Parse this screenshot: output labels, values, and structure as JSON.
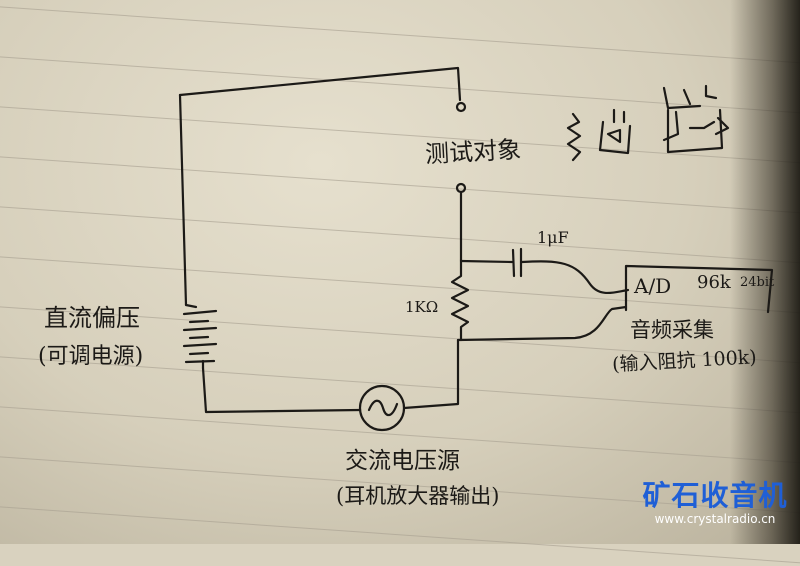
{
  "labels": {
    "test_object": "测试对象",
    "dc_bias": "直流偏压",
    "dc_bias_note": "(可调电源)",
    "ac_source": "交流电压源",
    "ac_source_note": "(耳机放大器输出)",
    "resistor": "1KΩ",
    "capacitor": "1μF",
    "adc_line1": "A/D",
    "adc_rate": "96k",
    "adc_bits": "24bit",
    "adc_line2": "音频采集",
    "adc_line3": "(输入阻抗 100k)"
  },
  "watermark": {
    "title": "矿石收音机",
    "url": "www.crystalradio.cn",
    "color": "#1f5fd6"
  },
  "icons": [
    "resistor-symbol",
    "capacitor-symbol",
    "battery-symbol",
    "ac-source-symbol",
    "diode-symbol",
    "transistor-symbol"
  ]
}
